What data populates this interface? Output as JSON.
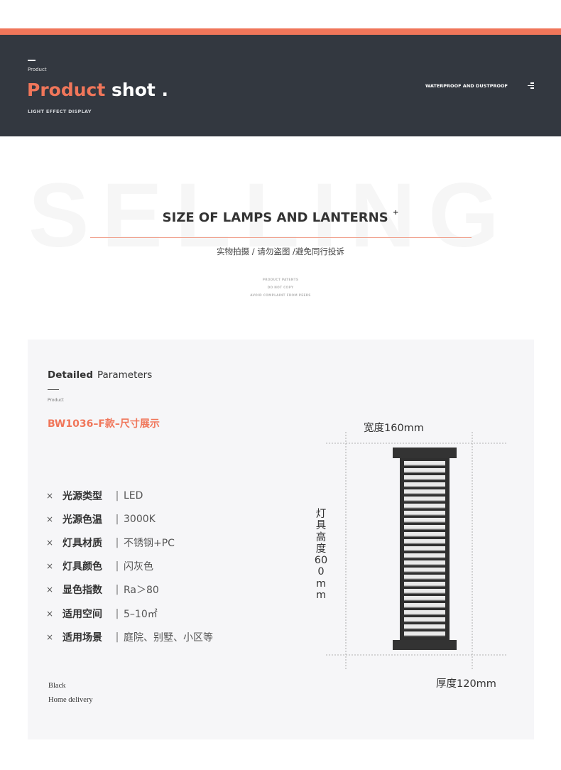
{
  "hero": {
    "kicker": "Product",
    "title_accent": "Product",
    "title_rest": "shot .",
    "subkicker": "LIGHT EFFECT DISPLAY",
    "right_tag": "WATERPROOF AND DUSTPROOF",
    "menu_icon": "menu-lines-icon"
  },
  "section": {
    "watermark": "SELLING",
    "title": "SIZE OF LAMPS AND LANTERNS",
    "title_mark": "+",
    "subtitle": "实物拍摄 / 请勿盗图 /避免同行投诉",
    "fine_lines": [
      "PRODUCT PATENTS",
      "DO NOT COPY",
      "AVOID COMPLAINT FROM PEERS"
    ]
  },
  "params": {
    "heading_bold": "Detailed",
    "heading_rest": "Parameters",
    "kicker": "Product",
    "model": "BW1036–F款–尺寸展示",
    "specs": [
      {
        "key": "光源类型",
        "value": "LED"
      },
      {
        "key": "光源色温",
        "value": "3000K"
      },
      {
        "key": "灯具材质",
        "value": "不锈钢+PC"
      },
      {
        "key": "灯具颜色",
        "value": "闪灰色"
      },
      {
        "key": "显色指数",
        "value": "Ra＞80"
      },
      {
        "key": "适用空间",
        "value": "5–10㎡"
      },
      {
        "key": "适用场景",
        "value": "庭院、别墅、小区等"
      }
    ],
    "bullet": "×",
    "separator": "|",
    "footer_color": "Black",
    "footer_delivery": "Home delivery"
  },
  "dimensions": {
    "width": "宽度160mm",
    "height": "灯具高度600mm",
    "depth": "厚度120mm"
  },
  "colors": {
    "accent": "#f0765a",
    "hero_bg": "#333840",
    "panel_bg": "#f6f6f8",
    "lamp_body": "#2f2f2f"
  }
}
